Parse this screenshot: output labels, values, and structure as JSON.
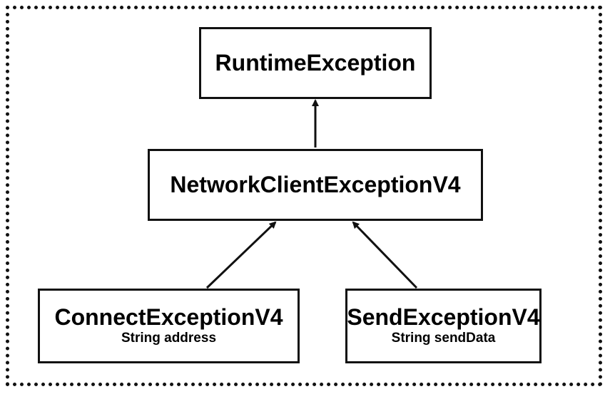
{
  "diagram": {
    "nodes": [
      {
        "id": "runtime",
        "title": "RuntimeException",
        "field": ""
      },
      {
        "id": "network",
        "title": "NetworkClientExceptionV4",
        "field": ""
      },
      {
        "id": "connect",
        "title": "ConnectExceptionV4",
        "field": "String address"
      },
      {
        "id": "send",
        "title": "SendExceptionV4",
        "field": "String sendData"
      }
    ],
    "edges": [
      {
        "from": "network",
        "to": "runtime"
      },
      {
        "from": "connect",
        "to": "network"
      },
      {
        "from": "send",
        "to": "network"
      }
    ],
    "colors": {
      "stroke": "#111111",
      "text": "#000000",
      "background": "#ffffff"
    }
  }
}
